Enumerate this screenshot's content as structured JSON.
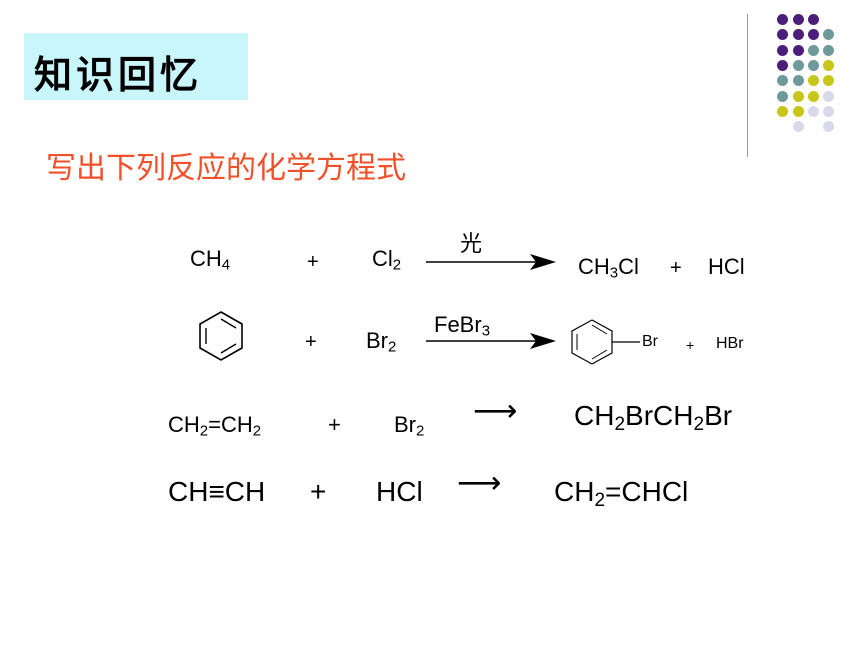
{
  "header": {
    "title": "知识回忆",
    "subtitle": "写出下列反应的化学方程式"
  },
  "colors": {
    "title_bg": "#c9f6fb",
    "subtitle": "#f0502a",
    "purple": "#4b1e7a",
    "teal": "#6f9a9c",
    "yellow": "#c8c618",
    "lavender": "#d9d9ec"
  },
  "reactions": {
    "r1": {
      "reactant1": "CH",
      "reactant1_sub": "4",
      "plus": "+",
      "reactant2": "Cl",
      "reactant2_sub": "2",
      "condition": "光",
      "product1_a": "CH",
      "product1_sub": "3",
      "product1_b": "Cl",
      "plus2": "+",
      "product2": "HCl"
    },
    "r2": {
      "plus": "+",
      "reactant2": "Br",
      "reactant2_sub": "2",
      "condition_a": "FeBr",
      "condition_sub": "3",
      "product_label": "Br",
      "plus2": "+",
      "product2": "HBr"
    },
    "r3": {
      "r_a": "CH",
      "r_sub1": "2",
      "r_b": "=CH",
      "r_sub2": "2",
      "plus": "+",
      "reactant2": "Br",
      "reactant2_sub": "2",
      "arrow": "⟶",
      "p_a": "CH",
      "p_sub1": "2",
      "p_b": "BrCH",
      "p_sub2": "2",
      "p_c": "Br"
    },
    "r4": {
      "reactant1": "CH≡CH",
      "plus": "+",
      "reactant2": "HCl",
      "arrow": "⟶",
      "p_a": "CH",
      "p_sub": "2",
      "p_b": "=CHCl"
    }
  }
}
